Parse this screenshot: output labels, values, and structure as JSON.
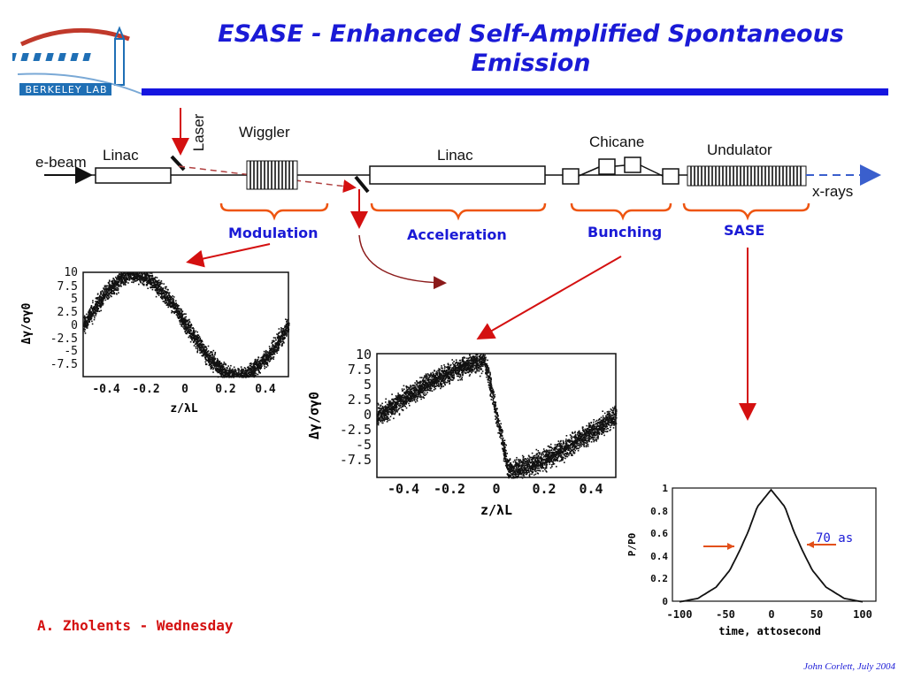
{
  "slide": {
    "title": "ESASE - Enhanced Self-Amplified Spontaneous Emission",
    "logo_text": "BERKELEY LAB",
    "credit": "A. Zholents - Wednesday",
    "footer": "John Corlett,  July 2004"
  },
  "beamline": {
    "labels": {
      "ebeam": "e-beam",
      "linac1": "Linac",
      "laser": "Laser",
      "wiggler": "Wiggler",
      "linac2": "Linac",
      "chicane": "Chicane",
      "undulator": "Undulator",
      "xrays": "x-rays"
    },
    "stages": [
      "Modulation",
      "Acceleration",
      "Bunching",
      "SASE"
    ]
  },
  "colors": {
    "title": "#1a1ad6",
    "accent_red": "#d41010",
    "stage_blue": "#1a1ad6",
    "bracket_orange": "#ee5511"
  },
  "chart_data": [
    {
      "type": "scatter",
      "title": "",
      "xlabel": "z/λL",
      "ylabel": "Δγ/σγ0",
      "xlim": [
        -0.5,
        0.5
      ],
      "ylim": [
        -10,
        10
      ],
      "xticks": [
        "-0.4",
        "-0.2",
        "0",
        "0.2",
        "0.4"
      ],
      "yticks": [
        "10",
        "7.5",
        "5",
        "2.5",
        "0",
        "-2.5",
        "-5",
        "-7.5"
      ],
      "series": [
        {
          "x": [
            -0.5,
            -0.4,
            -0.3,
            -0.25,
            -0.2,
            -0.1,
            0,
            0.1,
            0.2,
            0.25,
            0.3,
            0.4,
            0.5
          ],
          "y": [
            0,
            5.9,
            9.5,
            10,
            9.5,
            5.9,
            0,
            -5.9,
            -9.5,
            -10,
            -9.5,
            -5.9,
            0
          ]
        }
      ]
    },
    {
      "type": "scatter",
      "title": "",
      "xlabel": "z/λL",
      "ylabel": "Δγ/σγ0",
      "xlim": [
        -0.5,
        0.5
      ],
      "ylim": [
        -10,
        10
      ],
      "xticks": [
        "-0.4",
        "-0.2",
        "0",
        "0.2",
        "0.4"
      ],
      "yticks": [
        "10",
        "7.5",
        "5",
        "2.5",
        "0",
        "-2.5",
        "-5",
        "-7.5"
      ],
      "series": [
        {
          "x": [
            -0.5,
            -0.4,
            -0.3,
            -0.2,
            -0.1,
            -0.05,
            0,
            0.05,
            0.1,
            0.2,
            0.3,
            0.4,
            0.5
          ],
          "y": [
            0,
            2.5,
            5,
            7,
            8.5,
            9,
            0,
            -9,
            -8.5,
            -7,
            -5,
            -2.5,
            0
          ]
        }
      ]
    },
    {
      "type": "line",
      "title": "",
      "xlabel": "time, attosecond",
      "ylabel": "P/P0",
      "xlim": [
        -100,
        100
      ],
      "ylim": [
        0,
        1
      ],
      "xticks": [
        "-100",
        "-50",
        "0",
        "50",
        "100"
      ],
      "yticks": [
        "1",
        "0.8",
        "0.6",
        "0.4",
        "0.2",
        "0"
      ],
      "annotation": "70 as",
      "series": [
        {
          "x": [
            -100,
            -80,
            -60,
            -45,
            -35,
            -25,
            -15,
            0,
            15,
            25,
            35,
            45,
            60,
            80,
            100
          ],
          "y": [
            0.01,
            0.04,
            0.14,
            0.29,
            0.45,
            0.63,
            0.85,
            1.0,
            0.85,
            0.63,
            0.45,
            0.29,
            0.14,
            0.04,
            0.01
          ]
        }
      ]
    }
  ]
}
